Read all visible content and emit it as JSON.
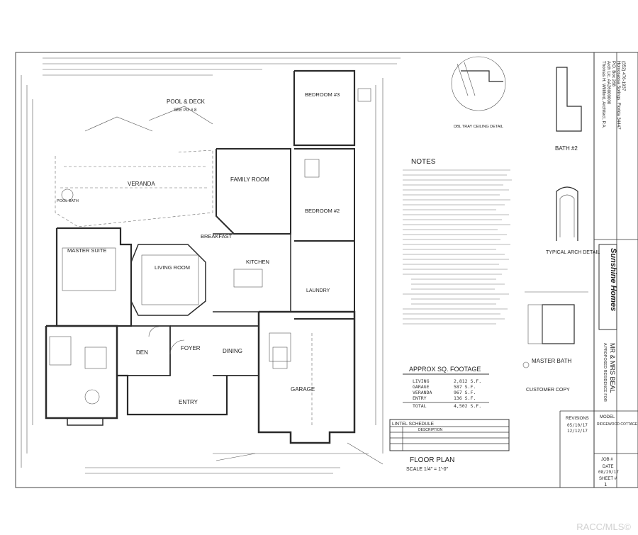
{
  "pool_deck": {
    "title": "POOL & DECK",
    "sub": "SEE PG # 8"
  },
  "rooms": {
    "veranda": "VERANDA",
    "family_room": "FAMILY ROOM",
    "bedroom3": "BEDROOM #3",
    "bedroom2": "BEDROOM #2",
    "breakfast": "BREAKFAST",
    "master_suite": "MASTER SUITE",
    "living_room": "LIVING ROOM",
    "kitchen": "KITCHEN",
    "laundry": "LAUNDRY",
    "den": "DEN",
    "foyer": "FOYER",
    "dining": "DINING",
    "entry": "ENTRY",
    "garage": "GARAGE",
    "pool_bath": "POOL BATH"
  },
  "notes_title": "NOTES",
  "sqft": {
    "title": "APPROX SQ. FOOTAGE",
    "rows": [
      {
        "label": "LIVING",
        "value": "2,812 S.F."
      },
      {
        "label": "GARAGE",
        "value": "587 S.F."
      },
      {
        "label": "VERANDA",
        "value": "967 S.F."
      },
      {
        "label": "ENTRY",
        "value": "136 S.F."
      },
      {
        "label": "TOTAL",
        "value": "4,502 S.F."
      }
    ]
  },
  "lintel": {
    "title": "LINTEL SCHEDULE",
    "header": "DESCRIPTION"
  },
  "floor_plan": {
    "title": "FLOOR PLAN",
    "scale": "SCALE 1/4\" = 1'-0\""
  },
  "details": {
    "tray_ceiling": "DBL TRAY CEILING DETAIL",
    "bath2": "BATH #2",
    "arch": "TYPICAL ARCH DETAIL",
    "master_bath": "MASTER BATH"
  },
  "architect": {
    "name": "Thomas H. Williford, Architect, P.A.",
    "license": "Arch Lic. AA26000000",
    "po": "P.O. Box 268",
    "city": "Homosassa Springs, Florida 34447",
    "phone": "(352) 476-1937"
  },
  "logo": "Sunshine Homes",
  "customer_copy": "CUSTOMER COPY",
  "residence": {
    "line1": "A PROPOSED RESIDENCE FOR",
    "line2": "MR & MRS BEAL"
  },
  "revisions": {
    "title": "REVISIONS",
    "dates": [
      "05/10/17",
      "12/12/17"
    ]
  },
  "model": {
    "label": "MODEL",
    "name": "RIDGEWOOD COTTAGE"
  },
  "job": {
    "label": "JOB #",
    "date_label": "DATE",
    "date": "08/29/17",
    "sheet_label": "SHEET #",
    "sheet": "1"
  },
  "watermark": "RACC/MLS©"
}
